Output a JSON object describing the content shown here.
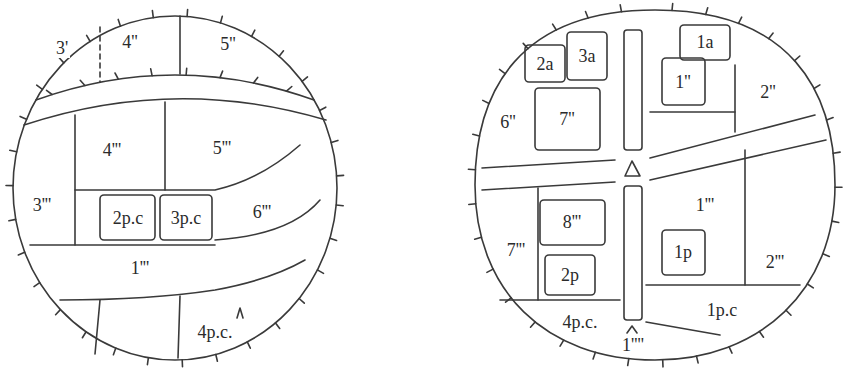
{
  "diagram": {
    "labels": [
      "3'",
      "4''",
      "5''",
      "4'''",
      "5'''",
      "3'''",
      "2p.c",
      "3p.c",
      "6'''",
      "1'''",
      "4p.c.",
      "2a",
      "3a",
      "1a",
      "6''",
      "7''",
      "1''",
      "2''",
      "1'''",
      "8'''",
      "7'''",
      "2p",
      "1p",
      "2'''",
      "1p.c",
      "4p.c.",
      "1''''"
    ]
  }
}
